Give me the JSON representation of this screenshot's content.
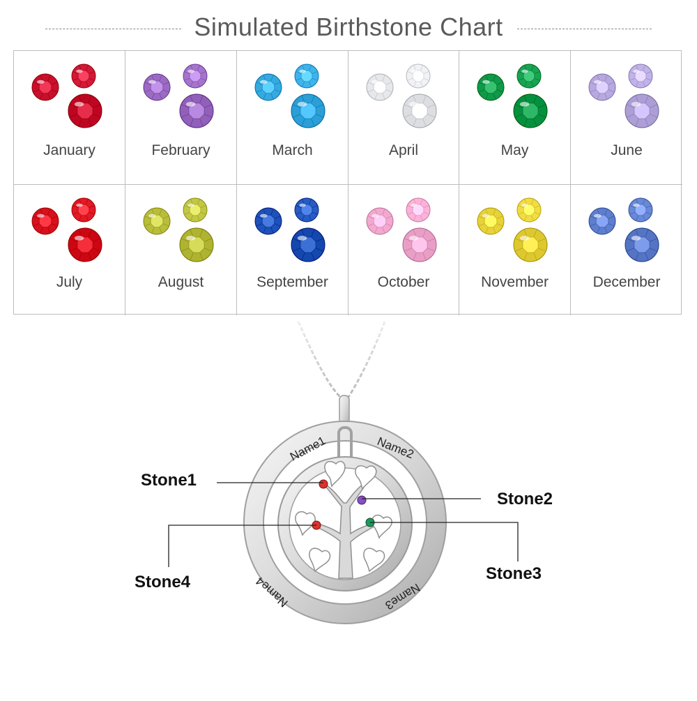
{
  "title": "Simulated Birthstone Chart",
  "months": [
    {
      "label": "January",
      "color": "#c8102e"
    },
    {
      "label": "February",
      "color": "#9b6bc4"
    },
    {
      "label": "March",
      "color": "#35a9e0"
    },
    {
      "label": "April",
      "color": "#e6e8ec"
    },
    {
      "label": "May",
      "color": "#0f9a4a"
    },
    {
      "label": "June",
      "color": "#b7a9df"
    },
    {
      "label": "July",
      "color": "#d6101c"
    },
    {
      "label": "August",
      "color": "#b9bd3c"
    },
    {
      "label": "September",
      "color": "#1f52b8"
    },
    {
      "label": "October",
      "color": "#f3a8cf"
    },
    {
      "label": "November",
      "color": "#e8d23a"
    },
    {
      "label": "December",
      "color": "#5f7fce"
    }
  ],
  "pendant": {
    "names": [
      "Name1",
      "Name2",
      "Name3",
      "Name4"
    ],
    "stones": [
      {
        "label": "Stone1",
        "color": "#d9332b"
      },
      {
        "label": "Stone2",
        "color": "#8a4fc2"
      },
      {
        "label": "Stone3",
        "color": "#1a9a5a"
      },
      {
        "label": "Stone4",
        "color": "#d9332b"
      }
    ]
  }
}
